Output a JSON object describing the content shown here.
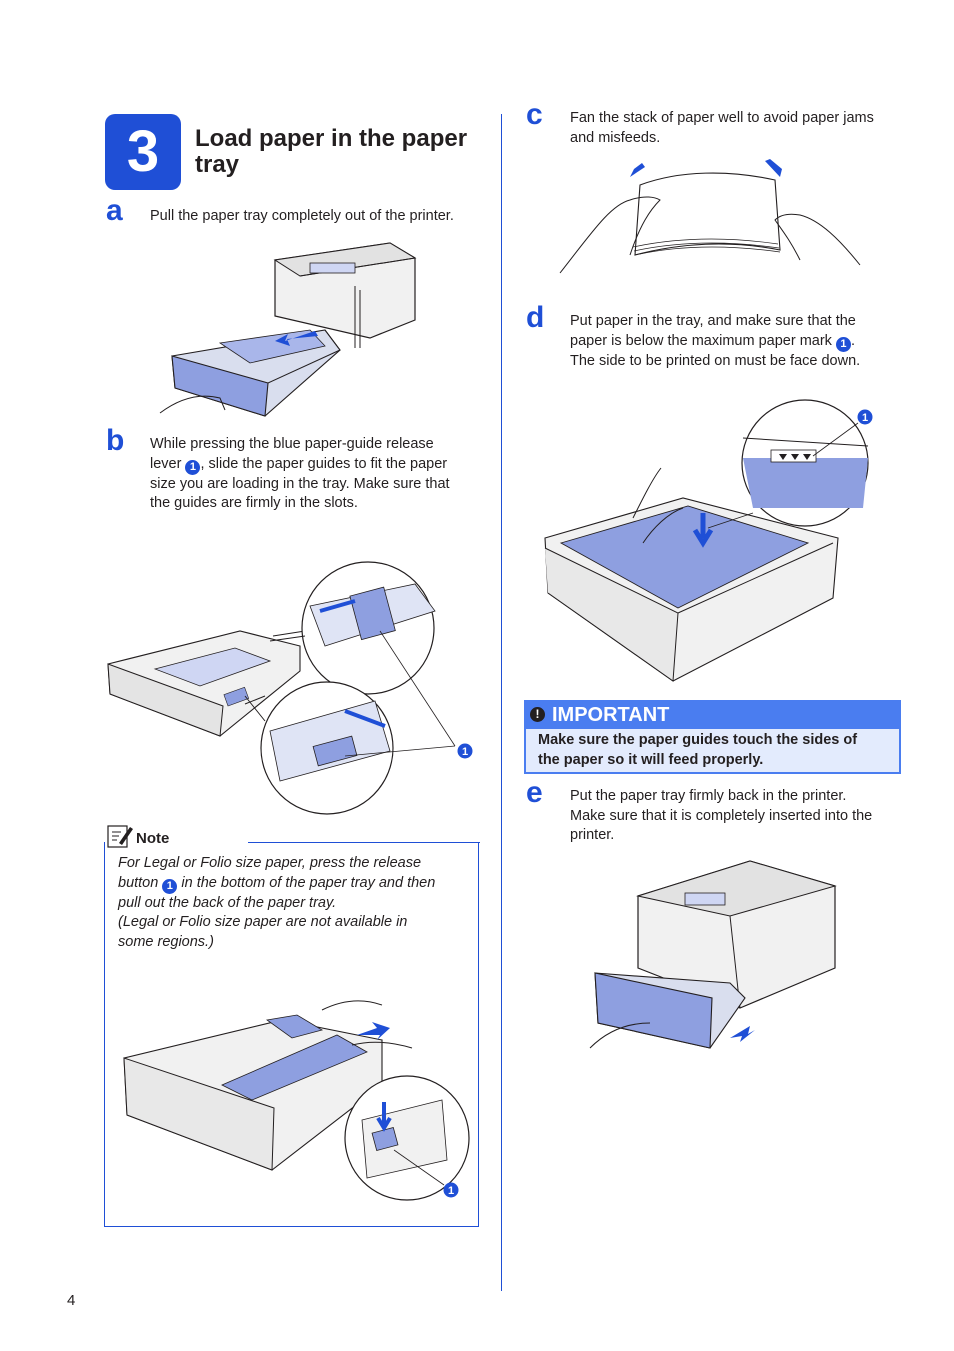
{
  "section": {
    "number": "3",
    "title_line1": "Load paper in the paper",
    "title_line2": "tray"
  },
  "steps": {
    "a": {
      "letter": "a",
      "text": "Pull the paper tray completely out of the printer."
    },
    "b": {
      "letter": "b",
      "line1": "While pressing the blue paper-guide release",
      "line2_pre": "lever",
      "line2_post": ", slide the paper guides to fit the paper",
      "line3": "size you are loading in the tray. Make sure that",
      "line4": "the guides are firmly in the slots."
    },
    "c": {
      "letter": "c",
      "line1": "Fan the stack of paper well to avoid paper jams",
      "line2": "and misfeeds."
    },
    "d": {
      "letter": "d",
      "line1": "Put paper in the tray, and make sure that the",
      "line2_pre": "paper is below the maximum paper mark",
      "line2_post": ".",
      "line3": "The side to be printed on must be face down."
    },
    "e": {
      "letter": "e",
      "line1": "Put the paper tray firmly back in the printer.",
      "line2": "Make sure that it is completely inserted into the",
      "line3": "printer."
    }
  },
  "callout_number": "1",
  "note": {
    "title": "Note",
    "line1": "For Legal or Folio size paper, press the release",
    "line2_pre": "button",
    "line2_post": "in the bottom of the paper tray and then",
    "line3": "pull out the back of the paper tray.",
    "line4": "(Legal or Folio size paper are not available in",
    "line5": "some regions.)"
  },
  "important": {
    "title": "IMPORTANT",
    "line1": "Make sure the paper guides touch the sides of",
    "line2": "the paper so it will feed properly."
  },
  "page_number": "4",
  "colors": {
    "brand_blue": "#1f4fd6",
    "tray_blue": "#8e9fe0",
    "important_header": "#4a7df0",
    "important_body": "#e3ebfd"
  }
}
